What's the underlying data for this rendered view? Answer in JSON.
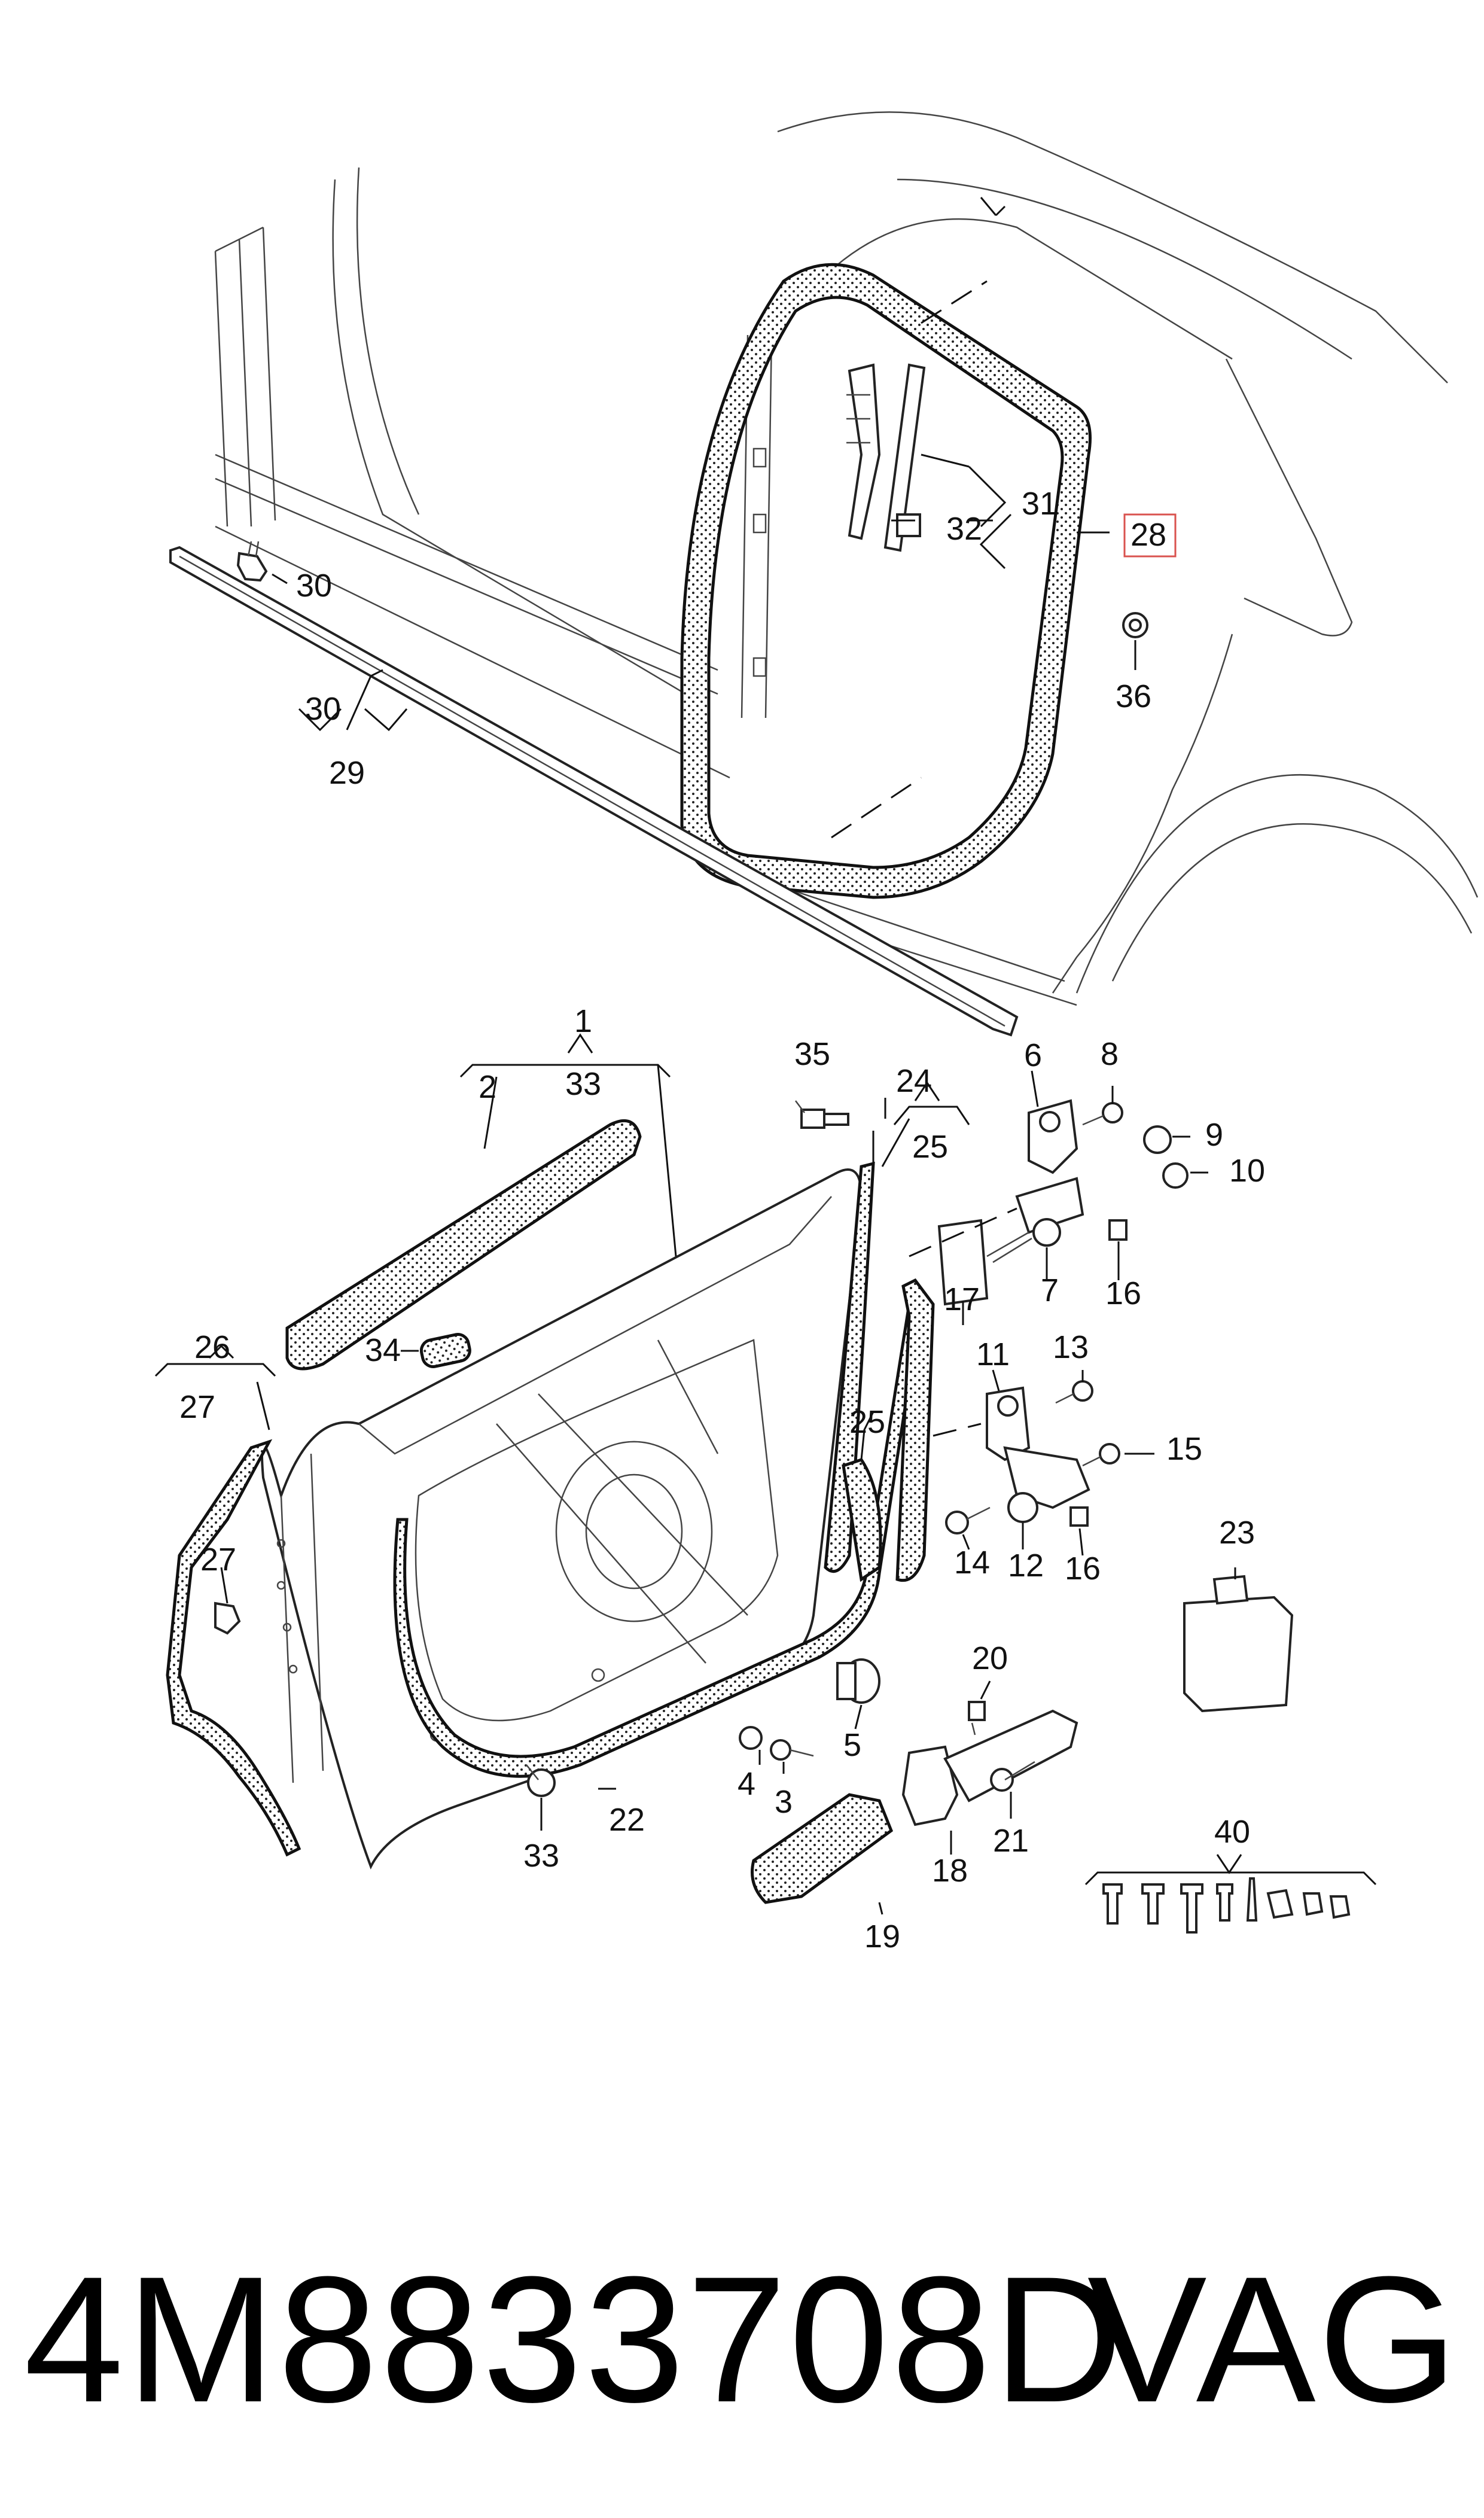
{
  "callouts": {
    "c1": "1",
    "c2": "2",
    "c3": "3",
    "c4": "4",
    "c5": "5",
    "c6": "6",
    "c7": "7",
    "c8": "8",
    "c9": "9",
    "c10": "10",
    "c11": "11",
    "c12": "12",
    "c13": "13",
    "c14": "14",
    "c15": "15",
    "c16a": "16",
    "c16b": "16",
    "c17": "17",
    "c18": "18",
    "c19": "19",
    "c20": "20",
    "c21": "21",
    "c22": "22",
    "c23": "23",
    "c24": "24",
    "c25a": "25",
    "c25b": "25",
    "c26": "26",
    "c27a": "27",
    "c27b": "27",
    "c28": "28",
    "c29": "29",
    "c30a": "30",
    "c30b": "30",
    "c31": "31",
    "c32": "32",
    "c33a": "33",
    "c33b": "33",
    "c34": "34",
    "c35": "35",
    "c36": "36",
    "c40": "40"
  },
  "highlighted_part": "28",
  "highlight_color": "#d9534f",
  "footer": {
    "part_number": "4M8833708D",
    "brand": "VAG"
  }
}
